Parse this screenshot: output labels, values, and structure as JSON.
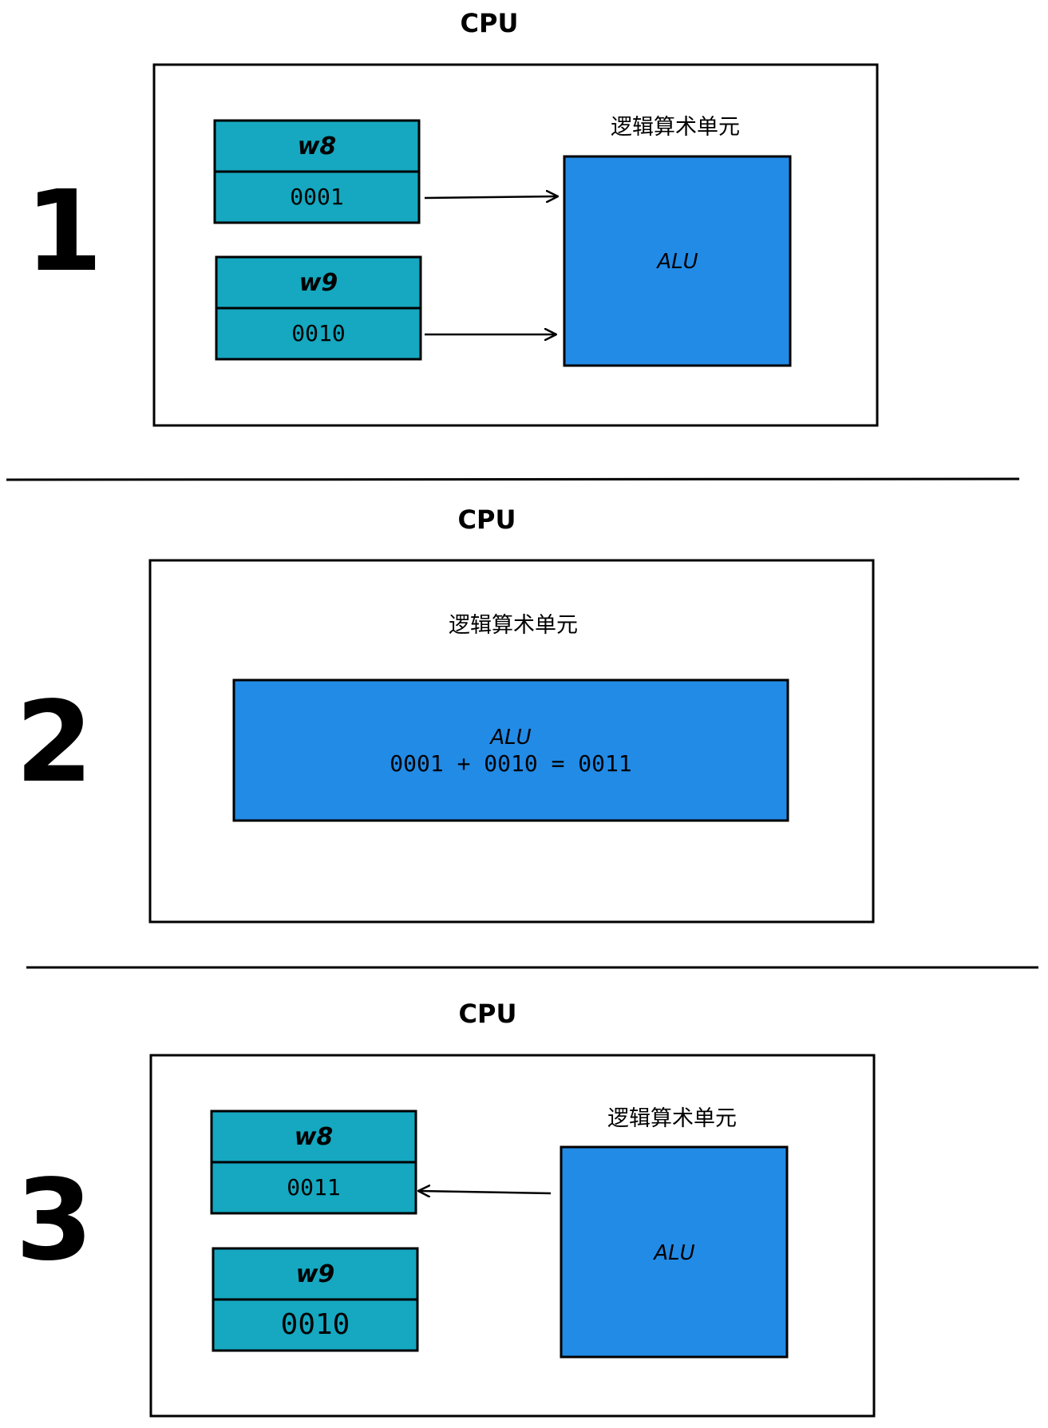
{
  "panels": [
    {
      "step": "1",
      "cpu_label": "CPU",
      "alu_caption": "逻辑算术单元",
      "alu_label": "ALU",
      "registers": [
        {
          "name": "w8",
          "value": "0001"
        },
        {
          "name": "w9",
          "value": "0010"
        }
      ]
    },
    {
      "step": "2",
      "cpu_label": "CPU",
      "alu_caption": "逻辑算术单元",
      "alu_label": "ALU",
      "operation": "0001 + 0010 = 0011"
    },
    {
      "step": "3",
      "cpu_label": "CPU",
      "alu_caption": "逻辑算术单元",
      "alu_label": "ALU",
      "registers": [
        {
          "name": "w8",
          "value": "0011"
        },
        {
          "name": "w9",
          "value": "0010"
        }
      ]
    }
  ],
  "colors": {
    "register_fill": "#15a8c0",
    "alu_fill": "#228be6",
    "stroke": "#000000",
    "background": "#ffffff"
  }
}
